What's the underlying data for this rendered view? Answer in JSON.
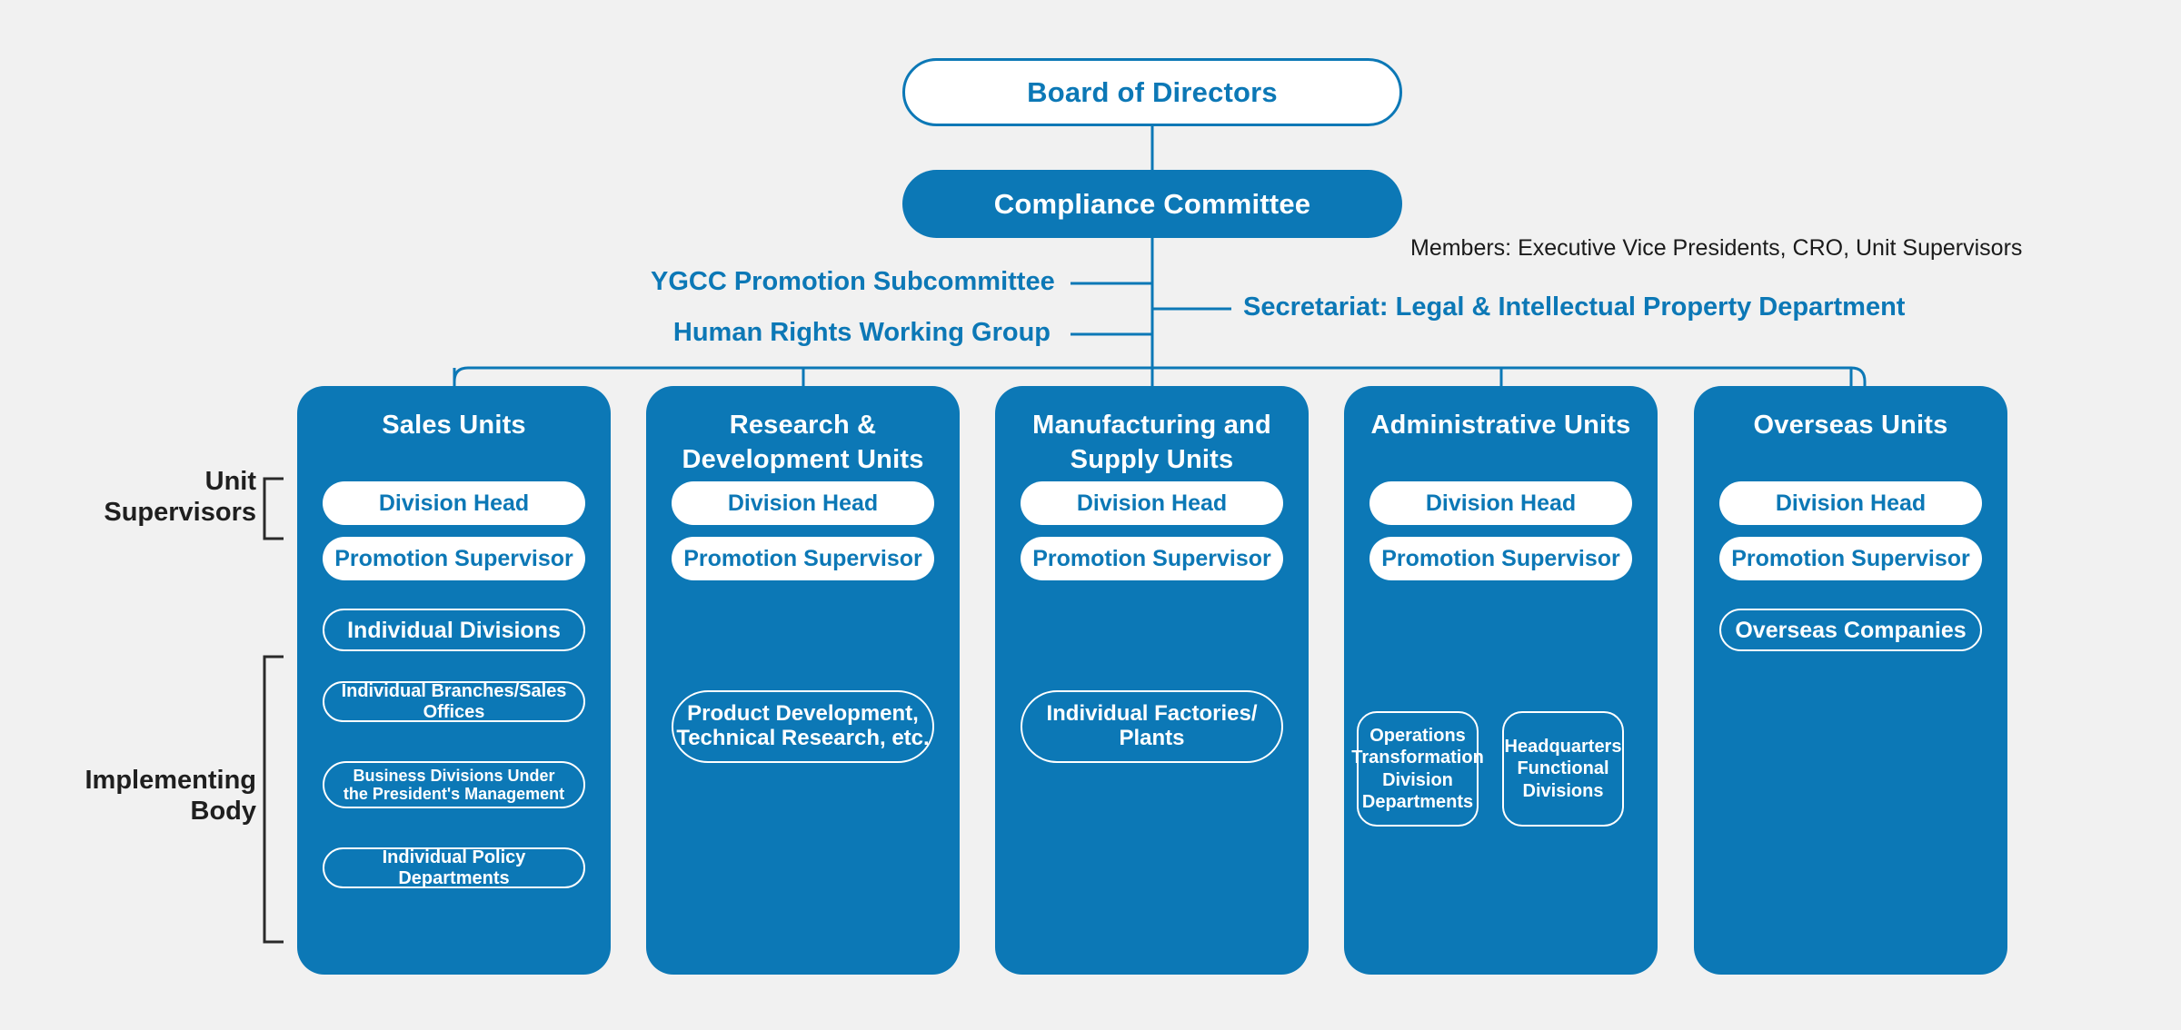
{
  "colors": {
    "brand_blue": "#0c78b6",
    "background": "#f1f1f1",
    "white": "#ffffff",
    "text_dark": "#1f1f1f"
  },
  "top": {
    "board_of_directors": "Board of Directors",
    "compliance_committee": "Compliance Committee",
    "members_note": "Members: Executive Vice Presidents, CRO, Unit Supervisors",
    "ygcc_subcommittee": "YGCC Promotion Subcommittee",
    "human_rights_working_group": "Human Rights Working Group",
    "secretariat": "Secretariat: Legal & Intellectual Property Department"
  },
  "side_labels": {
    "unit_supervisors": "Unit\nSupervisors",
    "unit_supervisors_line1": "Unit",
    "unit_supervisors_line2": "Supervisors",
    "implementing_body_line1": "Implementing",
    "implementing_body_line2": "Body"
  },
  "units": [
    {
      "id": "sales",
      "title": "Sales Units",
      "title_lines": [
        "Sales Units"
      ],
      "supervisors": [
        "Division Head",
        "Promotion Supervisor"
      ],
      "implementing": [
        "Individual Divisions",
        "Individual Branches/Sales Offices",
        "Business Divisions Under\nthe President's Management",
        "Individual Policy Departments"
      ]
    },
    {
      "id": "research-development",
      "title": "Research & Development Units",
      "title_lines": [
        "Research &",
        "Development Units"
      ],
      "supervisors": [
        "Division Head",
        "Promotion Supervisor"
      ],
      "implementing": [
        "Product Development,\nTechnical Research, etc."
      ]
    },
    {
      "id": "manufacturing-supply",
      "title": "Manufacturing and Supply Units",
      "title_lines": [
        "Manufacturing and",
        "Supply Units"
      ],
      "supervisors": [
        "Division Head",
        "Promotion Supervisor"
      ],
      "implementing": [
        "Individual Factories/\nPlants"
      ]
    },
    {
      "id": "administrative",
      "title": "Administrative Units",
      "title_lines": [
        "Administrative Units"
      ],
      "supervisors": [
        "Division Head",
        "Promotion Supervisor"
      ],
      "implementing": [
        "Operations\nTransformation\nDivision\nDepartments",
        "Headquarters\nFunctional\nDivisions"
      ]
    },
    {
      "id": "overseas",
      "title": "Overseas Units",
      "title_lines": [
        "Overseas Units"
      ],
      "supervisors": [
        "Division Head",
        "Promotion Supervisor"
      ],
      "implementing": [
        "Overseas Companies"
      ]
    }
  ]
}
